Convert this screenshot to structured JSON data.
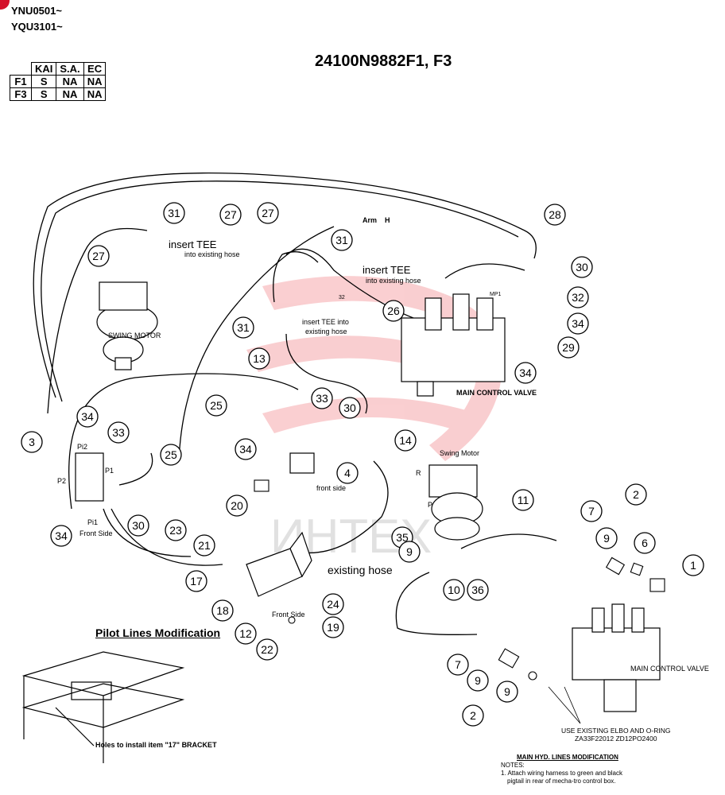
{
  "header": {
    "serial_1": "YNU0501~",
    "serial_2": "YQU3101~",
    "part_number": "24100N9882F1, F3"
  },
  "spec_table": {
    "columns": [
      "",
      "KAI",
      "S.A.",
      "EC"
    ],
    "rows": [
      [
        "F1",
        "S",
        "NA",
        "NA"
      ],
      [
        "F3",
        "S",
        "NA",
        "NA"
      ]
    ]
  },
  "callouts": [
    {
      "id": "c31a",
      "n": "31"
    },
    {
      "id": "c27a",
      "n": "27"
    },
    {
      "id": "c27b",
      "n": "27"
    },
    {
      "id": "c27c",
      "n": "27"
    },
    {
      "id": "c31b",
      "n": "31"
    },
    {
      "id": "c28",
      "n": "28"
    },
    {
      "id": "c30a",
      "n": "30"
    },
    {
      "id": "c32",
      "n": "32"
    },
    {
      "id": "c34a",
      "n": "34"
    },
    {
      "id": "c29",
      "n": "29"
    },
    {
      "id": "c34b",
      "n": "34"
    },
    {
      "id": "c26",
      "n": "26"
    },
    {
      "id": "c31c",
      "n": "31"
    },
    {
      "id": "c13",
      "n": "13"
    },
    {
      "id": "c25a",
      "n": "25"
    },
    {
      "id": "c33a",
      "n": "33"
    },
    {
      "id": "c30b",
      "n": "30"
    },
    {
      "id": "c34c",
      "n": "34"
    },
    {
      "id": "c33b",
      "n": "33"
    },
    {
      "id": "c3",
      "n": "3"
    },
    {
      "id": "c25b",
      "n": "25"
    },
    {
      "id": "c34d",
      "n": "34"
    },
    {
      "id": "c4",
      "n": "4"
    },
    {
      "id": "c14",
      "n": "14"
    },
    {
      "id": "c20",
      "n": "20"
    },
    {
      "id": "c30c",
      "n": "30"
    },
    {
      "id": "c34e",
      "n": "34"
    },
    {
      "id": "c23",
      "n": "23"
    },
    {
      "id": "c21",
      "n": "21"
    },
    {
      "id": "c11",
      "n": "11"
    },
    {
      "id": "c7a",
      "n": "7"
    },
    {
      "id": "c2a",
      "n": "2"
    },
    {
      "id": "c35",
      "n": "35"
    },
    {
      "id": "c9a",
      "n": "9"
    },
    {
      "id": "c9b",
      "n": "9"
    },
    {
      "id": "c6",
      "n": "6"
    },
    {
      "id": "c1",
      "n": "1"
    },
    {
      "id": "c17",
      "n": "17"
    },
    {
      "id": "c10",
      "n": "10"
    },
    {
      "id": "c36",
      "n": "36"
    },
    {
      "id": "c18",
      "n": "18"
    },
    {
      "id": "c24",
      "n": "24"
    },
    {
      "id": "c19",
      "n": "19"
    },
    {
      "id": "c12",
      "n": "12"
    },
    {
      "id": "c22",
      "n": "22"
    },
    {
      "id": "c7b",
      "n": "7"
    },
    {
      "id": "c9c",
      "n": "9"
    },
    {
      "id": "c9d",
      "n": "9"
    },
    {
      "id": "c2b",
      "n": "2"
    }
  ],
  "labels": {
    "arm": "Arm",
    "arm_symbol": "H",
    "insert_tee_1": "insert TEE",
    "insert_tee_1b": "into existing hose",
    "insert_tee_2": "insert TEE",
    "insert_tee_2b": "into existing hose",
    "insert_tee_3": "insert TEE into",
    "insert_tee_3b": "existing hose",
    "tee_ref": "31",
    "swing_motor_upper": "SWING MOTOR",
    "main_control_valve_upper": "MAIN CONTROL VALVE",
    "swing_motor_lower": "Swing Motor",
    "main_control_valve_lower": "MAIN CONTROL VALVE",
    "pi2": "Pi2",
    "p1": "P1",
    "p2": "P2",
    "pi1": "Pi1",
    "front_side_1": "Front Side",
    "front_side_2": "front side",
    "front_side_3": "Front Side",
    "existing_hose": "existing hose",
    "pilot_lines": "Pilot Lines Modification",
    "holes": "Holes to install item \"17\" BRACKET",
    "use_elbo_1": "USE EXISTING ELBO AND O-RING",
    "use_elbo_2": "ZA33F22012  ZD12PO2400",
    "main_hyd_title": "MAIN HYD. LINES MODIFICATION",
    "notes_label": "NOTES:",
    "note_1a": "1. Attach wiring harness to green and black",
    "note_1b": "pigtail in rear of mecha-tro control box.",
    "watermark": "ИНТЕХ",
    "port_r": "R",
    "port_p": "P",
    "tag_32": "32",
    "tag_mp1": "MP1"
  }
}
